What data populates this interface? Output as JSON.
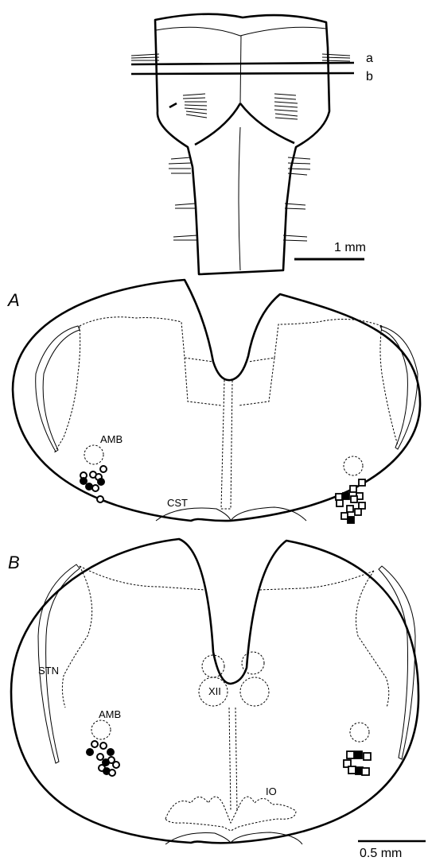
{
  "top": {
    "level_a": "a",
    "level_b": "b",
    "scale_label": "1 mm"
  },
  "panel_a": {
    "label": "A",
    "amb_label": "AMB",
    "cst_label": "CST"
  },
  "panel_b": {
    "label": "B",
    "stn_label": "STN",
    "xii_label": "XII",
    "amb_label": "AMB",
    "io_label": "IO",
    "scale_label": "0.5 mm"
  }
}
